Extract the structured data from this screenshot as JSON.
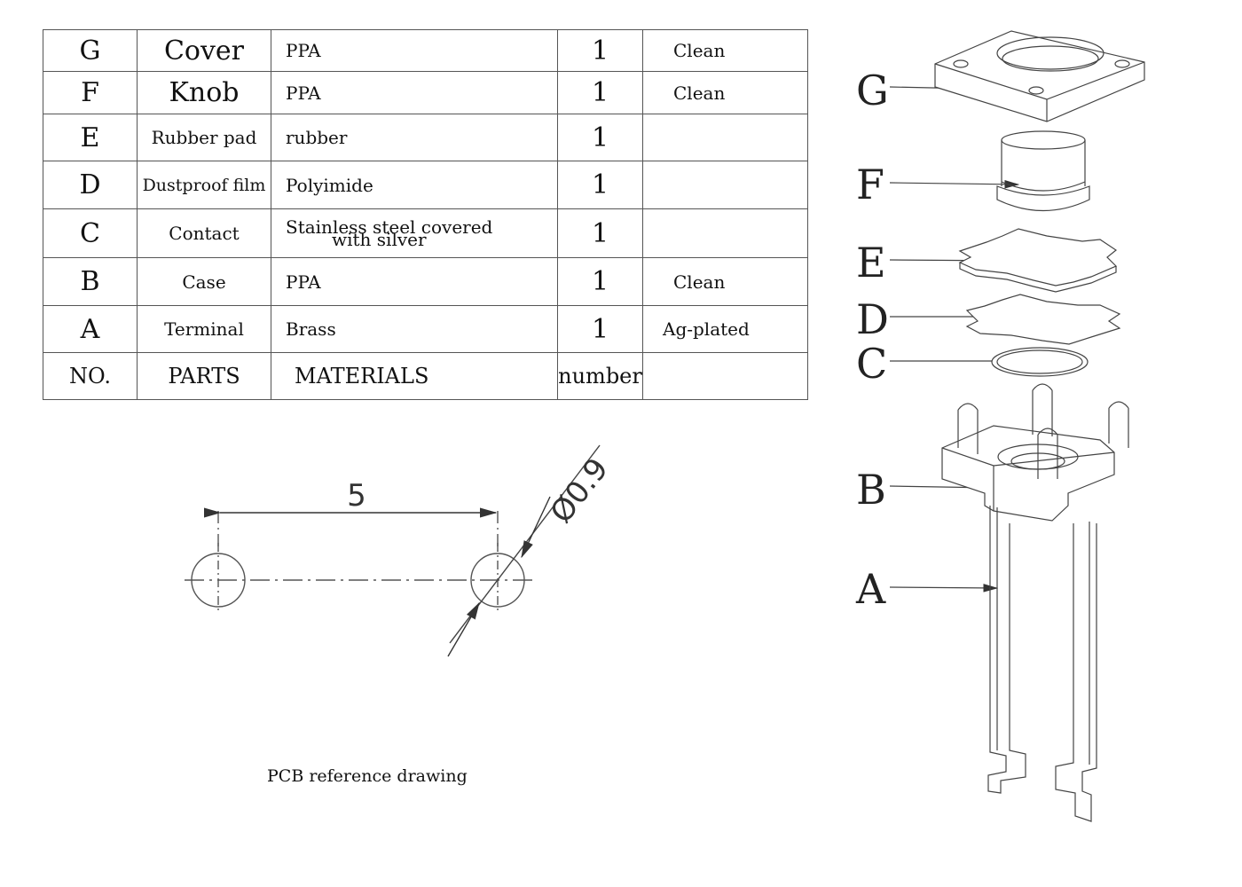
{
  "bom": {
    "rows": [
      {
        "no": "G",
        "part": "Cover",
        "material": "PPA",
        "material2": "",
        "number": "1",
        "note": "Clean"
      },
      {
        "no": "F",
        "part": "Knob",
        "material": "PPA",
        "material2": "",
        "number": "1",
        "note": "Clean"
      },
      {
        "no": "E",
        "part": "Rubber pad",
        "material": "rubber",
        "material2": "",
        "number": "1",
        "note": ""
      },
      {
        "no": "D",
        "part": "Dustproof film",
        "material": "Polyimide",
        "material2": "",
        "number": "1",
        "note": ""
      },
      {
        "no": "C",
        "part": "Contact",
        "material": "Stainless steel covered",
        "material2": "with silver",
        "number": "1",
        "note": ""
      },
      {
        "no": "B",
        "part": "Case",
        "material": "PPA",
        "material2": "",
        "number": "1",
        "note": "Clean"
      },
      {
        "no": "A",
        "part": "Terminal",
        "material": "Brass",
        "material2": "",
        "number": "1",
        "note": "Ag-plated"
      }
    ],
    "header": {
      "no": "NO.",
      "part": "PARTS",
      "material": "MATERIALS",
      "number": "number",
      "note": ""
    }
  },
  "pcb": {
    "spacing": "5",
    "diameter": "Ø0.9",
    "caption": "PCB reference drawing"
  },
  "exploded": {
    "labels": [
      "G",
      "F",
      "E",
      "D",
      "C",
      "B",
      "A"
    ]
  }
}
